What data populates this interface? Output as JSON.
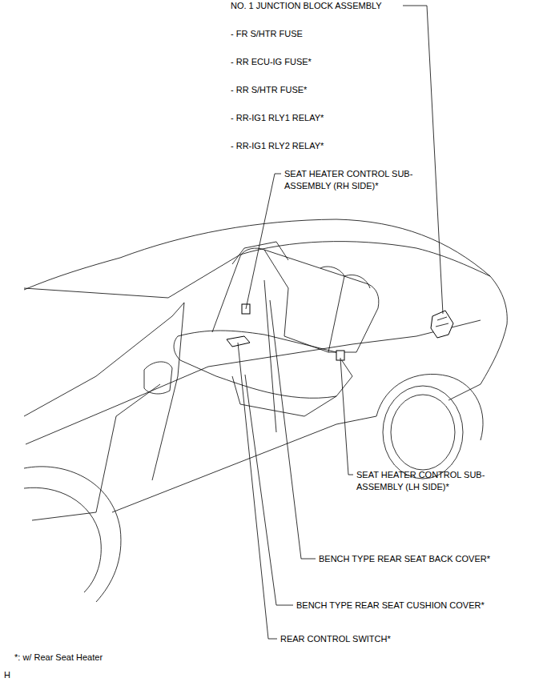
{
  "diagram": {
    "labels": [
      "NO. 1 JUNCTION BLOCK ASSEMBLY",
      "- FR S/HTR FUSE",
      "- RR ECU-IG FUSE*",
      "- RR S/HTR FUSE*",
      "- RR-IG1 RLY1 RELAY*",
      "- RR-IG1 RLY2 RELAY*",
      "SEAT HEATER CONTROL SUB- ASSEMBLY (RH SIDE)*",
      "SEAT HEATER CONTROL SUB- ASSEMBLY (LH SIDE)*",
      "BENCH TYPE REAR SEAT BACK COVER*",
      "BENCH TYPE REAR SEAT CUSHION COVER*",
      "REAR CONTROL SWITCH*",
      "*: w/ Rear Seat Heater",
      "H"
    ]
  }
}
